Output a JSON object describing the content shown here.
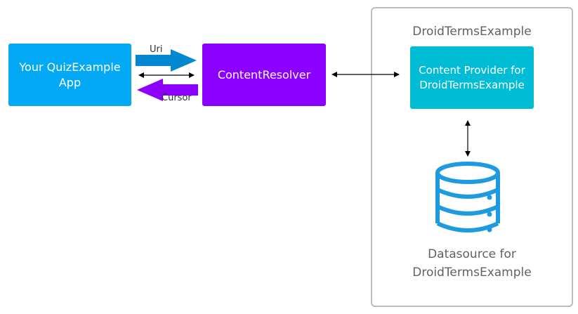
{
  "app_box": {
    "label": "Your QuizExample App"
  },
  "content_resolver": {
    "label": "ContentResolver"
  },
  "uri_arrow": {
    "label": "Uri"
  },
  "cursor_arrow": {
    "label": "Cursor"
  },
  "container": {
    "title": "DroidTermsExample"
  },
  "content_provider": {
    "label": "Content Provider for DroidTermsExample"
  },
  "datasource": {
    "label": "Datasource for\nDroidTermsExample"
  },
  "colors": {
    "app": "#03A9F4",
    "resolver": "#8C00FF",
    "provider": "#00BCD4",
    "uri_arrow": "#0288D1",
    "cursor_arrow": "#8C00FF",
    "database_icon": "#1E9BE0",
    "container_border": "#BDBDBD"
  },
  "icons": {
    "database": "database-icon"
  }
}
